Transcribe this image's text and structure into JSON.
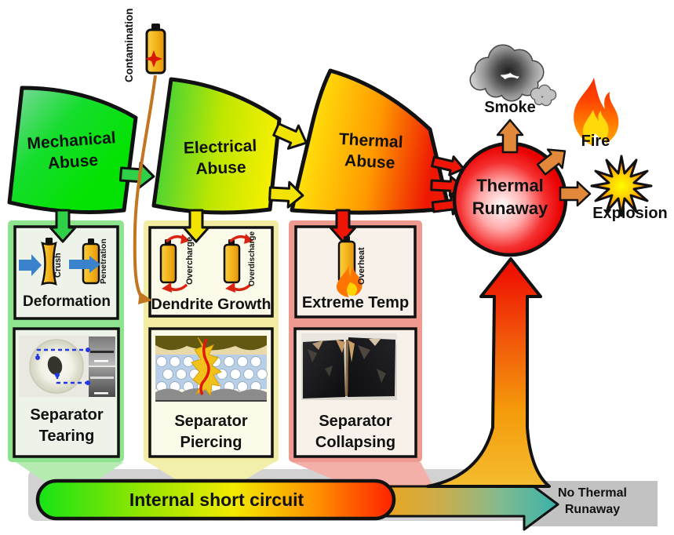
{
  "stages": {
    "mechanical": "Mechanical Abuse",
    "electrical": "Electrical Abuse",
    "thermal": "Thermal Abuse"
  },
  "runaway": "Thermal Runaway",
  "outcomes": {
    "smoke": "Smoke",
    "fire": "Fire",
    "explosion": "Explosion"
  },
  "contamination": "Contamination",
  "col1": {
    "title": "Deformation",
    "crush": "Crush",
    "penetration": "Penetration",
    "result": "Separator Tearing"
  },
  "col2": {
    "title": "Dendrite Growth",
    "overcharge": "Overcharge",
    "overdischarge": "Overdischarge",
    "result": "Separator Piercing"
  },
  "col3": {
    "title": "Extreme Temp",
    "overheat": "Overheat",
    "result": "Separator Collapsing"
  },
  "bottom": {
    "internal_short_circuit": "Internal short circuit",
    "no_thermal_runaway": "No Thermal Runaway"
  },
  "icons": {
    "contamination": "battery-spark-icon",
    "smoke": "smoke-cloud-icon",
    "fire": "flame-icon",
    "explosion": "starburst-icon",
    "crush": "crushed-battery-icon",
    "penetration": "pierced-battery-icon",
    "overcharge": "battery-cycle-icon",
    "overdischarge": "battery-cycle-icon",
    "overheat": "battery-flame-icon"
  },
  "colors": {
    "mechanical_green": "#06dd06",
    "electrical_yellow": "#f2ee00",
    "thermal_red": "#ee1802",
    "runaway_red": "#e90000",
    "outcome_arrow_orange": "#e2883b",
    "no_runaway_gray": "#c2c2c2",
    "short_circuit_gradient": "#16e316 → #f2ea00 → #ff2000"
  }
}
